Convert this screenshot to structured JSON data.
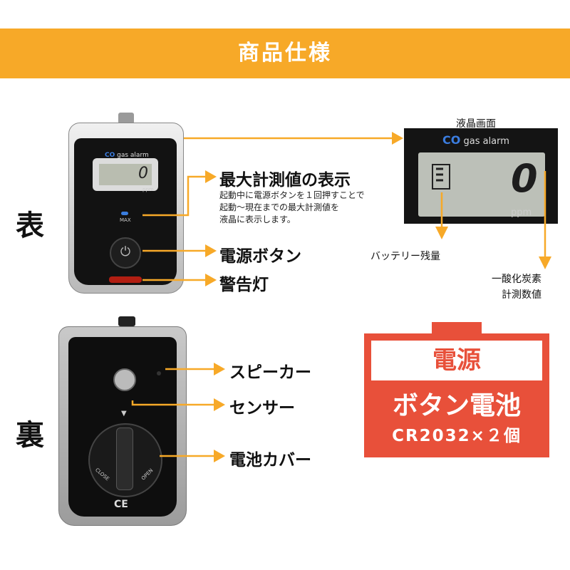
{
  "header": {
    "title": "商品仕様"
  },
  "labels": {
    "front": "表",
    "back": "裏"
  },
  "front_callouts": {
    "max_value_title": "最大計測値の表示",
    "max_value_desc": [
      "起動中に電源ボタンを１回押すことで",
      "起動～現在までの最大計測値を",
      "液晶に表示します。"
    ],
    "power_button": "電源ボタン",
    "warning_light": "警告灯"
  },
  "device_front": {
    "brand_co": "CO",
    "brand_text": "gas alarm",
    "reading": "0",
    "unit": "ppm",
    "max_label": "MAX",
    "power_icon": "⏻"
  },
  "lcd": {
    "caption": "液晶画面",
    "brand_co": "CO",
    "brand_text": "gas alarm",
    "reading": "0",
    "unit": "ppm",
    "battery_label": "バッテリー残量",
    "reading_label": [
      "一酸化炭素",
      "計測数値"
    ]
  },
  "back_callouts": {
    "speaker": "スピーカー",
    "sensor": "センサー",
    "battery_cover": "電池カバー"
  },
  "device_back": {
    "close": "CLOSE",
    "open": "OPEN",
    "ce": "CE"
  },
  "power_card": {
    "title": "電源",
    "main": "ボタン電池",
    "sub": "CR2032×２個"
  },
  "colors": {
    "accent": "#f7a928",
    "card_red": "#e8503a"
  }
}
